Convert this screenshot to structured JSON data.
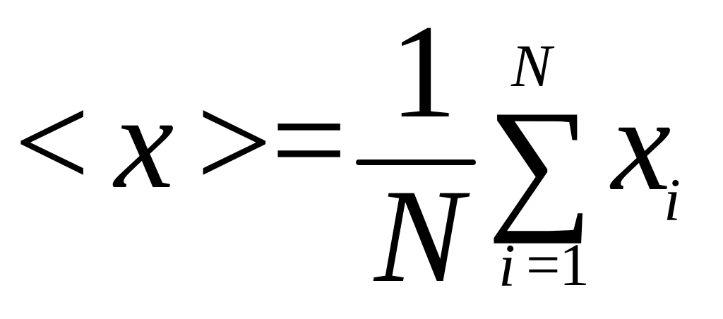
{
  "formula": {
    "lhs": {
      "open": "<",
      "var": "x",
      "close": ">"
    },
    "equals": "=",
    "fraction": {
      "numerator": "1",
      "denominator": "N"
    },
    "sum": {
      "symbol": "∑",
      "upper": "N",
      "lower_index": "i",
      "lower_equals": "=",
      "lower_start": "1"
    },
    "term": {
      "base": "x",
      "subscript": "i"
    }
  }
}
